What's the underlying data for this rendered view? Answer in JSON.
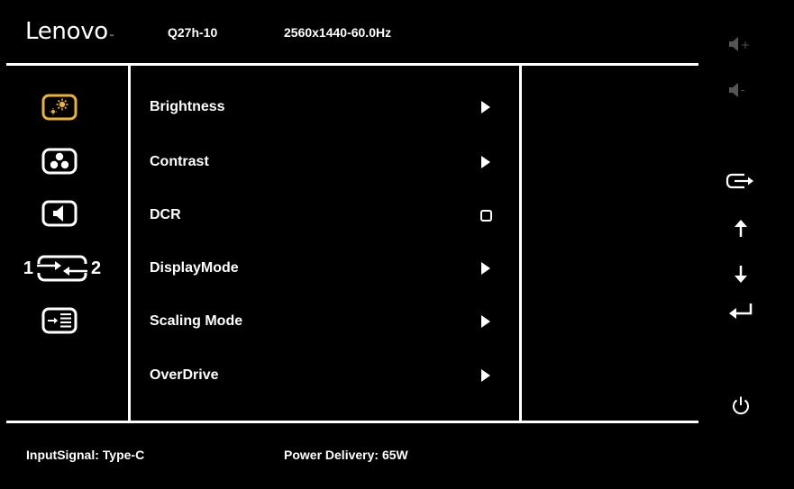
{
  "header": {
    "brand": "Lenovo",
    "brand_mark": "™",
    "model": "Q27h-10",
    "resolution": "2560x1440-60.0Hz"
  },
  "categories": [
    {
      "name": "brightness-category-icon",
      "icon": "sun-sparkle-icon",
      "selected": true
    },
    {
      "name": "color-category-icon",
      "icon": "three-circles-icon",
      "selected": false
    },
    {
      "name": "audio-category-icon",
      "icon": "speaker-icon",
      "selected": false
    },
    {
      "name": "input-category-icon",
      "icon": "input-swap-icon",
      "selected": false,
      "left_label": "1",
      "right_label": "2"
    },
    {
      "name": "menu-settings-category-icon",
      "icon": "menu-list-icon",
      "selected": false
    }
  ],
  "menu": {
    "items": [
      {
        "label": "Brightness",
        "indicator": "arrow"
      },
      {
        "label": "Contrast",
        "indicator": "arrow"
      },
      {
        "label": "DCR",
        "indicator": "checkbox"
      },
      {
        "label": "DisplayMode",
        "indicator": "arrow"
      },
      {
        "label": "Scaling Mode",
        "indicator": "arrow"
      },
      {
        "label": "OverDrive",
        "indicator": "arrow"
      }
    ]
  },
  "controls": {
    "volume_up": {
      "icon": "volume-up-icon",
      "label": "+",
      "enabled": false
    },
    "volume_down": {
      "icon": "volume-down-icon",
      "label": "-",
      "enabled": false
    },
    "input": {
      "icon": "input-exit-icon"
    },
    "up": {
      "icon": "arrow-up-icon"
    },
    "down": {
      "icon": "arrow-down-icon"
    },
    "enter": {
      "icon": "enter-icon"
    },
    "power": {
      "icon": "power-icon"
    }
  },
  "footer": {
    "input_signal": "InputSignal: Type-C",
    "power_delivery": "Power Delivery: 65W"
  },
  "colors": {
    "background": "#000000",
    "foreground": "#ffffff",
    "accent": "#e8b33a",
    "disabled": "#555555"
  }
}
